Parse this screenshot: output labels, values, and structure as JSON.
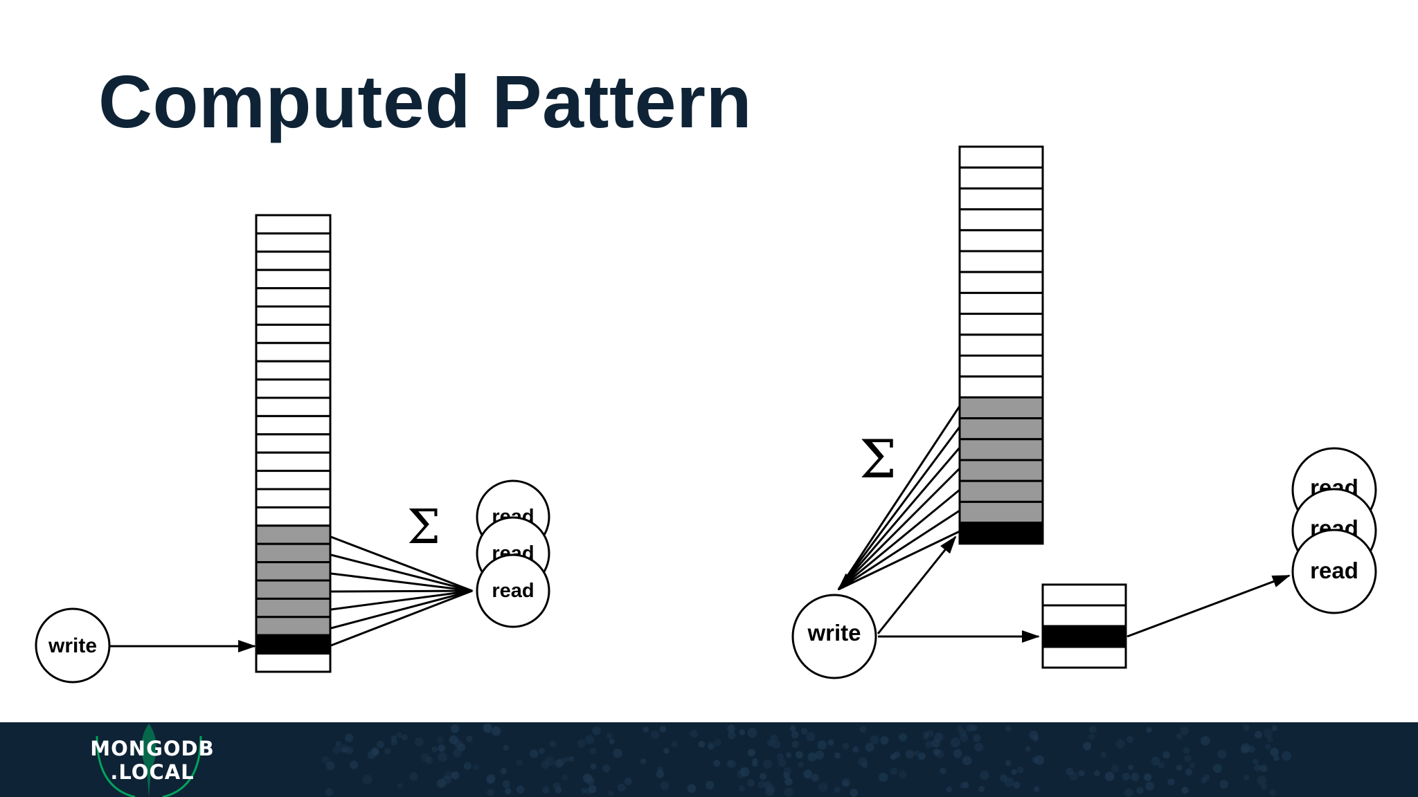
{
  "slide": {
    "title": "Computed Pattern"
  },
  "left_diagram": {
    "write_label": "write",
    "read_labels": [
      "read",
      "read",
      "read"
    ],
    "sigma": "Σ"
  },
  "right_diagram": {
    "write_label": "write",
    "read_labels": [
      "read",
      "read",
      "read"
    ],
    "sigma": "Σ"
  },
  "footer": {
    "logo_line1": "MONGODB",
    "logo_line2": ".LOCAL"
  },
  "colors": {
    "title": "#0f2336",
    "footer_bg": "#0f2336",
    "cell_gray": "#999999",
    "cell_black": "#000000",
    "logo_green": "#00a35c"
  }
}
